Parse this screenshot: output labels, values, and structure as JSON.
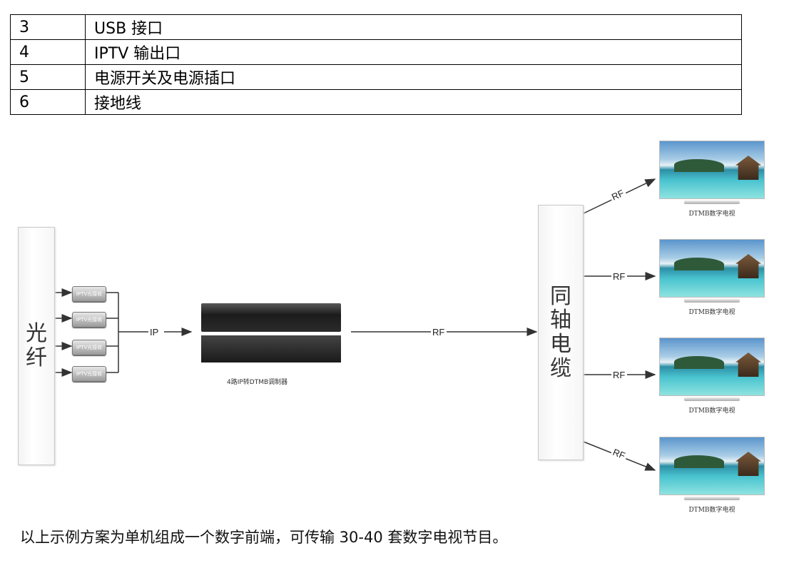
{
  "table": {
    "rows": [
      {
        "num": "3",
        "desc": "USB 接口"
      },
      {
        "num": "4",
        "desc": "IPTV 输出口"
      },
      {
        "num": "5",
        "desc": "电源开关及电源插口"
      },
      {
        "num": "6",
        "desc": "接地线"
      }
    ]
  },
  "diagram": {
    "fiber_label": [
      "光",
      "纤"
    ],
    "receivers": [
      "IPTV光接收",
      "IPTV光接收",
      "IPTV光接收",
      "IPTV光接收"
    ],
    "ip_label": "IP",
    "device_caption": "4路IP转DTMB调制器",
    "rf_label": "RF",
    "coax_label": [
      "同",
      "轴",
      "电",
      "缆"
    ],
    "tv_label": "DTMB数字电视"
  },
  "footer": "以上示例方案为单机组成一个数字前端，可传输 30-40 套数字电视节目。"
}
